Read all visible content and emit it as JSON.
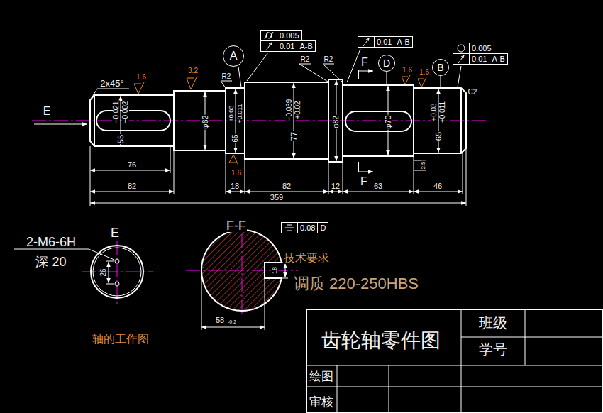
{
  "diagram": {
    "nodes": [
      {
        "text": [
          "A"
        ]
      },
      {
        "text": [
          "0.005",
          "0.01",
          "A-B"
        ]
      },
      {
        "text": [
          "0.01",
          "A-B"
        ]
      },
      {
        "text": [
          "D"
        ]
      },
      {
        "text": [
          "B"
        ]
      },
      {
        "text": [
          "0.005",
          "0.01",
          "A-B"
        ]
      },
      {
        "text": [
          "0.08",
          "D"
        ]
      }
    ],
    "labels": [
      "2x45°",
      "1.6",
      "3.2",
      "R2",
      "R2",
      "R2",
      "F",
      "1.6",
      "1.6",
      "C2",
      "E",
      "55",
      "+0.021",
      "+0.002",
      "φ62",
      "65",
      "+0.03",
      "+0.011",
      "77",
      "+0.039",
      "+0.02",
      "φ82",
      "φ70",
      "65",
      "+0.03",
      "+0.011",
      "2.5",
      "76",
      "82",
      "1.6",
      "18",
      "82",
      "12",
      "F",
      "63",
      "46",
      "359",
      "2-M6-6H",
      "深 20",
      "E",
      "26",
      "F-F",
      "18",
      "58",
      "-0.2",
      "技术要求",
      "调质 220-250HBS",
      "轴的工作图",
      "齿轮轴零件图",
      "班级",
      "学号",
      "绘图",
      "审核"
    ]
  }
}
